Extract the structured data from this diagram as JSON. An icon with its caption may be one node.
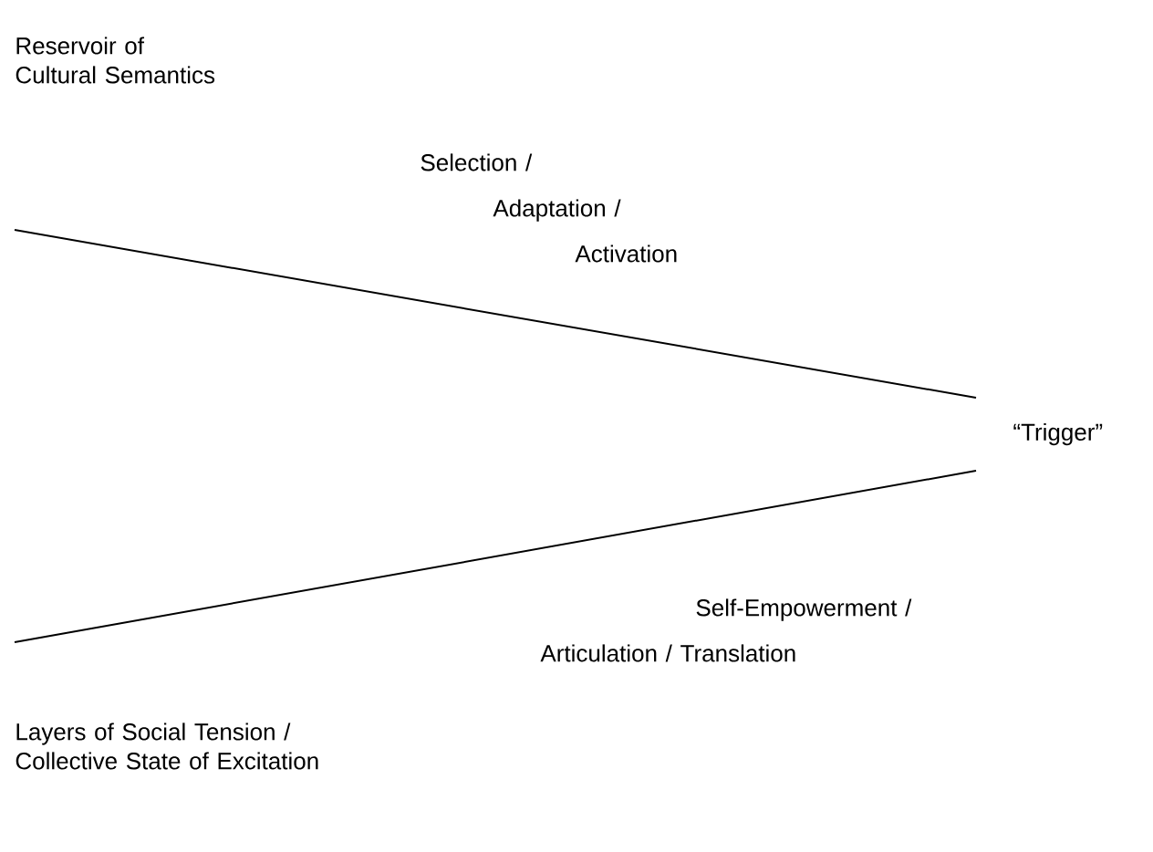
{
  "diagram": {
    "nodes": [
      {
        "text": [
          "Reservoir of Cultural Semantics"
        ]
      },
      {
        "text": [
          "Layers of Social Tension / Collective State of Excitation"
        ]
      },
      {
        "text": [
          "“Trigger”"
        ]
      }
    ],
    "edges": [
      {
        "from": null,
        "to": 2,
        "arrow": "none",
        "label": "Selection / Adaptation / Activation"
      },
      {
        "from": null,
        "to": 2,
        "arrow": "none",
        "label": "Self-Empowerment / Articulation / Translation"
      }
    ]
  }
}
